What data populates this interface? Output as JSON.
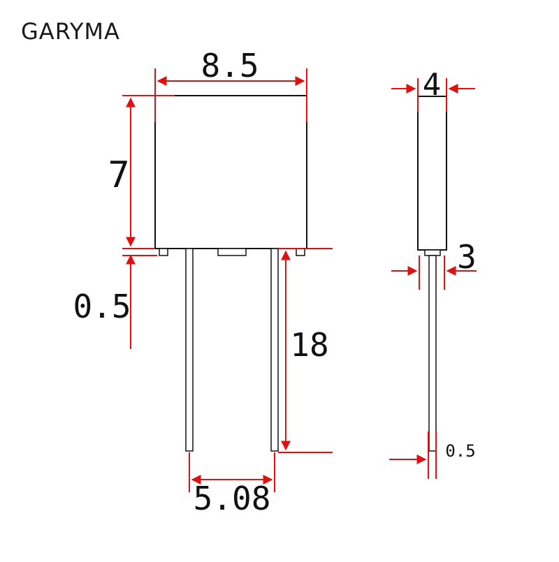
{
  "brand": {
    "name": "GARYMA"
  },
  "dimensions": {
    "width": "8.5",
    "height": "7",
    "standoff": "0.5",
    "lead_length": "18",
    "pitch": "5.08",
    "thickness": "4",
    "lead_offset": "3",
    "lead_diameter": "0.5"
  },
  "colors": {
    "dimension_line": "#e01010",
    "outline": "#111111",
    "background": "#ffffff"
  }
}
